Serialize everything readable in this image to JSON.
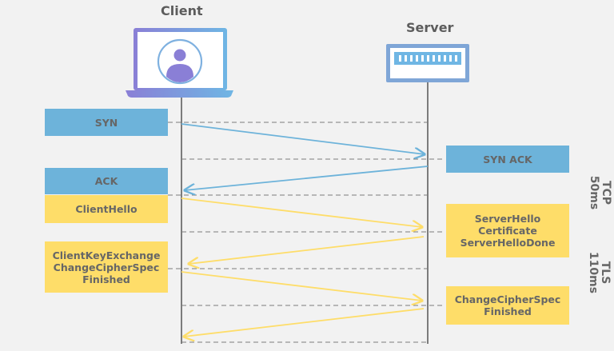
{
  "client_label": "Client",
  "server_label": "Server",
  "boxes": {
    "syn": "SYN",
    "syn_ack": "SYN ACK",
    "ack": "ACK",
    "client_hello": "ClientHello",
    "server_hello": "ServerHello\nCertificate\nServerHelloDone",
    "client_key": "ClientKeyExchange\nChangeCipherSpec\nFinished",
    "change_cipher": "ChangeCipherSpec\nFinished"
  },
  "phases": {
    "tcp": "TCP\n50ms",
    "tls": "TLS\n110ms"
  },
  "colors": {
    "tcp_blue": "#6db3da",
    "tls_yellow": "#fedd69",
    "laptop_gradient_start": "#8a7fd6",
    "laptop_gradient_end": "#6fb6e4"
  },
  "icons": {
    "client": "laptop-user-icon",
    "server": "server-icon"
  }
}
